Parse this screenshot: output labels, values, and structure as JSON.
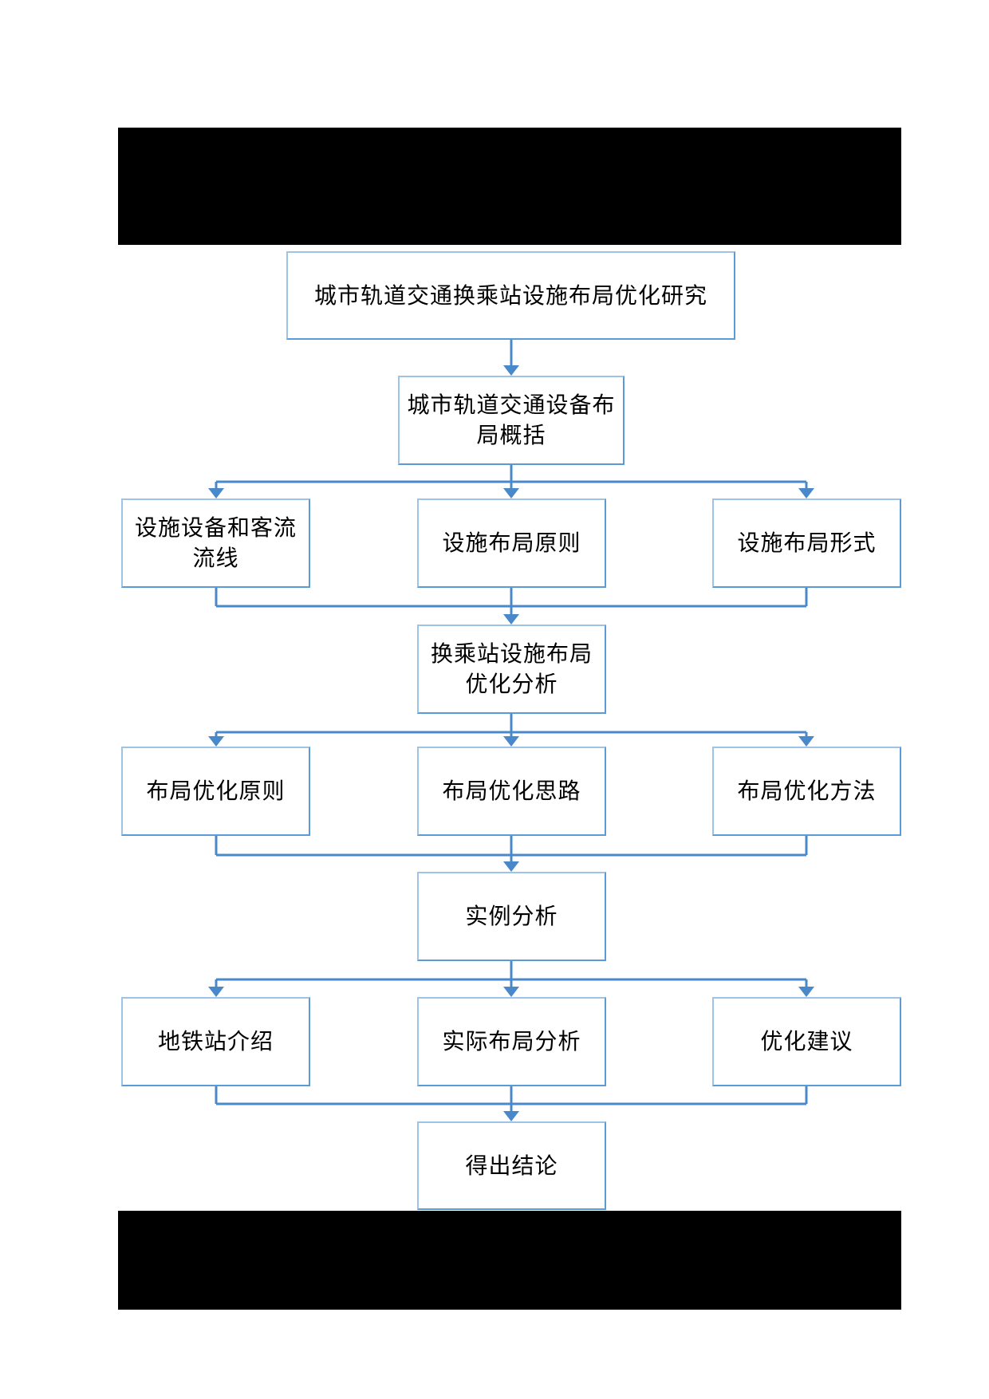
{
  "colors": {
    "box_border_light": "#9DC3E6",
    "box_border_dark": "#5B9BD5",
    "connector": "#4A89C9",
    "redaction": "#000000",
    "node_background": "#FFFFFF",
    "text": "#000000"
  },
  "flowchart": {
    "nodes": [
      {
        "id": "title",
        "label": "城市轨道交通换乘站设施布局优化研究"
      },
      {
        "id": "equipment-layout-overview",
        "label": "城市轨道交通设备布\n局概括"
      },
      {
        "id": "facilities-passenger-flow",
        "label": "设施设备和客流\n流线"
      },
      {
        "id": "facility-layout-principles",
        "label": "设施布局原则"
      },
      {
        "id": "facility-layout-forms",
        "label": "设施布局形式"
      },
      {
        "id": "transfer-station-optimization-analysis",
        "label": "换乘站设施布局\n优化分析"
      },
      {
        "id": "layout-optimization-principles",
        "label": "布局优化原则"
      },
      {
        "id": "layout-optimization-approach",
        "label": "布局优化思路"
      },
      {
        "id": "layout-optimization-methods",
        "label": "布局优化方法"
      },
      {
        "id": "case-analysis",
        "label": "实例分析"
      },
      {
        "id": "metro-station-introduction",
        "label": "地铁站介绍"
      },
      {
        "id": "actual-layout-analysis",
        "label": "实际布局分析"
      },
      {
        "id": "optimization-suggestions",
        "label": "优化建议"
      },
      {
        "id": "conclusion",
        "label": "得出结论"
      }
    ]
  }
}
